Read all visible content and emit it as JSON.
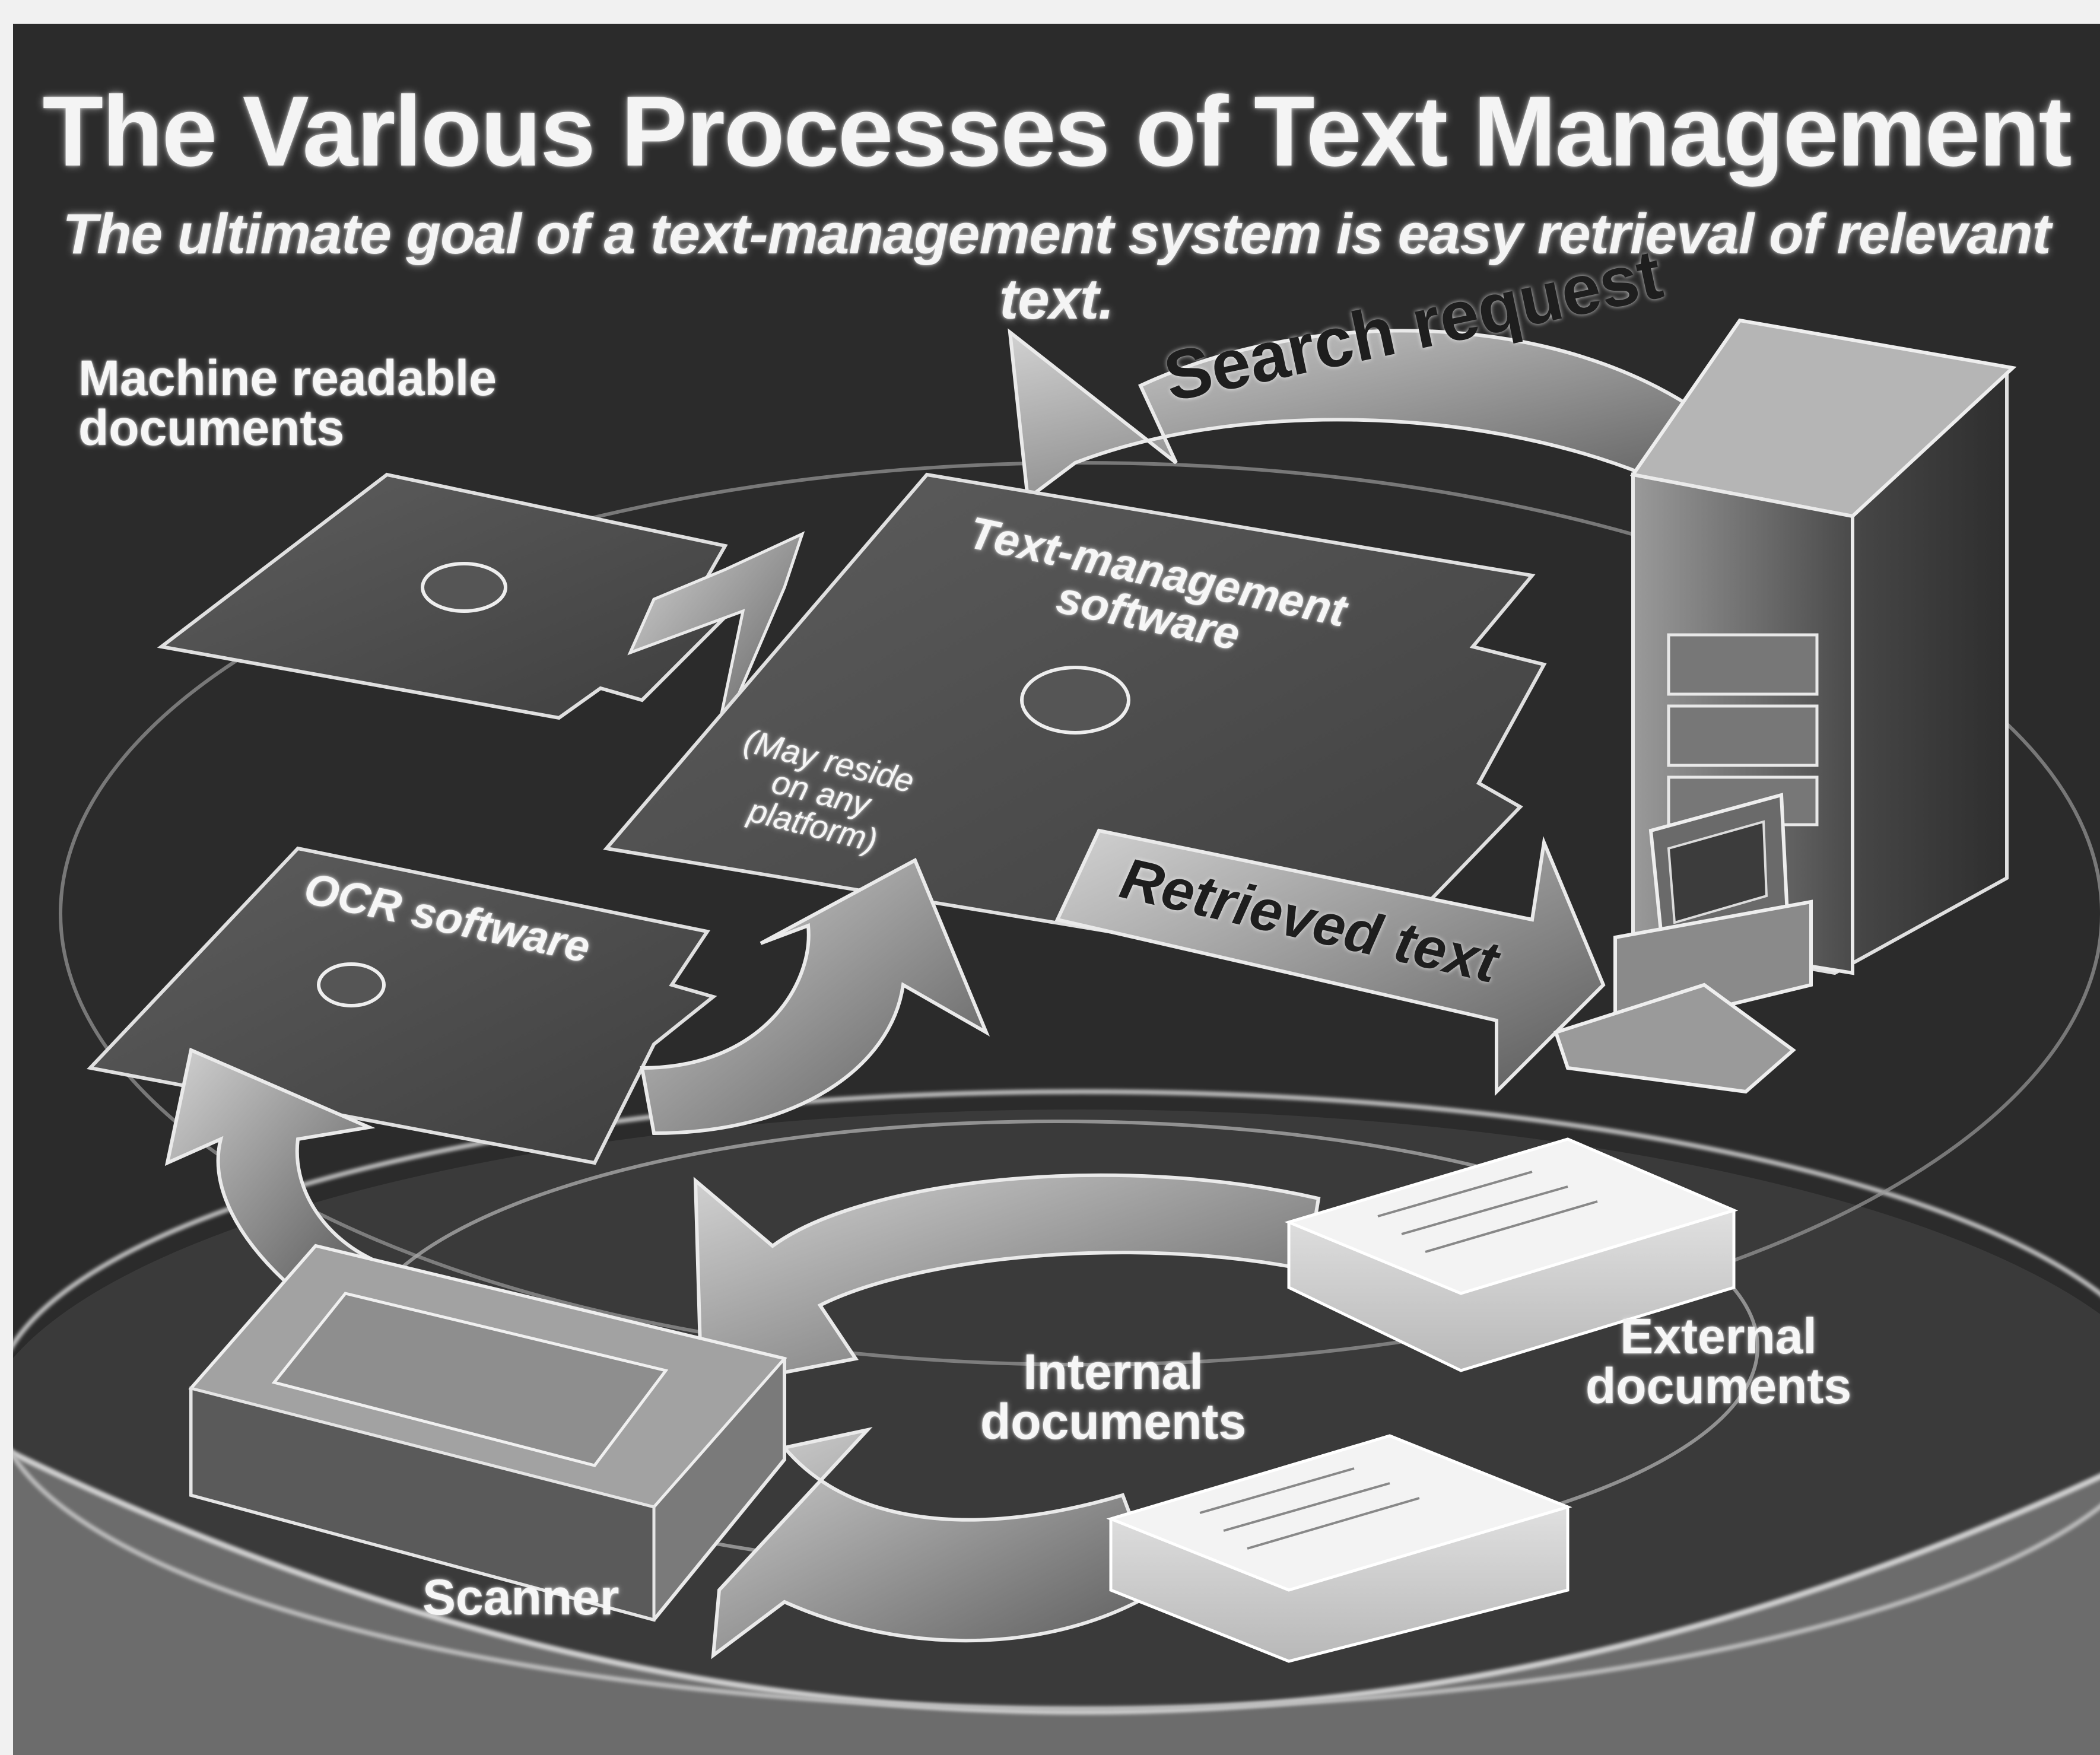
{
  "header": {
    "title": "The Varlous Processes of Text Management",
    "subtitle": "The ultimate goal of a text-management system is easy retrieval of relevant text."
  },
  "diagram": {
    "machine_readable_label": [
      "Machine readable",
      "documents"
    ],
    "text_management_label": [
      "Text-management",
      "software"
    ],
    "platform_note": [
      "(May reside",
      "on any",
      "platform)"
    ],
    "ocr_label": "OCR software",
    "search_request_label": "Search request",
    "retrieved_text_label": "Retrieved text",
    "scanner_label": "Scanner",
    "internal_docs_label": [
      "Internal",
      "documents"
    ],
    "external_docs_label": [
      "External",
      "documents"
    ]
  },
  "colors": {
    "background": "#2b2b2b",
    "paper": "#f1f1f1",
    "ink": "#f6f6f6"
  },
  "icons": [
    "floppy-disk-icon",
    "server-tower-icon",
    "computer-terminal-icon",
    "scanner-icon",
    "document-stack-icon",
    "arrow-icon"
  ]
}
